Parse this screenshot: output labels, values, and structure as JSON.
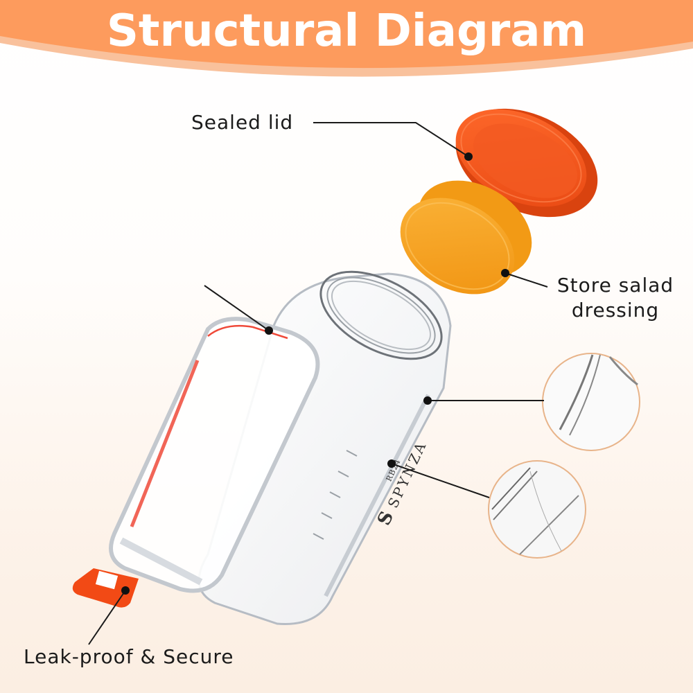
{
  "title": "Structural Diagram",
  "colors": {
    "band": "#fd9b5d",
    "band_edge": "#f9bf98",
    "lid_orange": "#f5541c",
    "inner_cup": "#f7a11e",
    "tab_orange": "#f24a15",
    "seal_red": "#ef4a3a",
    "callout_line": "#1a1a1a",
    "zoom_ring": "#e8b48a"
  },
  "callouts": [
    {
      "id": "sealed-lid",
      "label": "Sealed lid"
    },
    {
      "id": "salad-dressing",
      "label": "Store salad dressing"
    },
    {
      "id": "leak-proof",
      "label": "Leak-proof & Secure"
    }
  ],
  "labels": {
    "sealed_lid": "Sealed lid",
    "store_line1": "Store salad",
    "store_line2": "dressing",
    "leak_proof": "Leak-proof & Secure"
  },
  "product": {
    "brand": "SPYNZA",
    "model": "RB24",
    "logo_glyph": "S"
  },
  "detail_circles": [
    {
      "id": "handle-rim-detail"
    },
    {
      "id": "measurement-marks-detail"
    }
  ]
}
